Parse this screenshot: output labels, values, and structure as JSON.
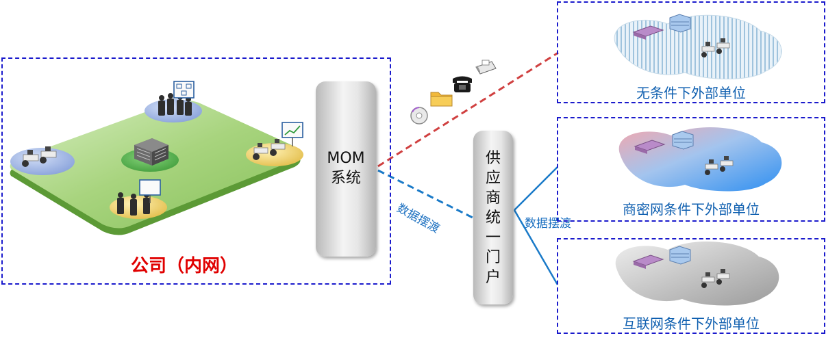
{
  "company": {
    "label": "公司（内网）"
  },
  "mom": {
    "line1": "MOM",
    "line2": "系统"
  },
  "portal": {
    "label": "供应商统一门户"
  },
  "edges": {
    "mom_portal_label": "数据摆渡",
    "portal_external_label": "数据摆渡"
  },
  "external_units": [
    {
      "label": "无条件下外部单位"
    },
    {
      "label": "商密网条件下外部单位"
    },
    {
      "label": "互联网条件下外部单位"
    }
  ],
  "colors": {
    "box_border": "#1a1acc",
    "company_label": "#e00000",
    "caption": "#1060b0",
    "red_link": "#d04040",
    "blue_link": "#1a7ac8"
  }
}
